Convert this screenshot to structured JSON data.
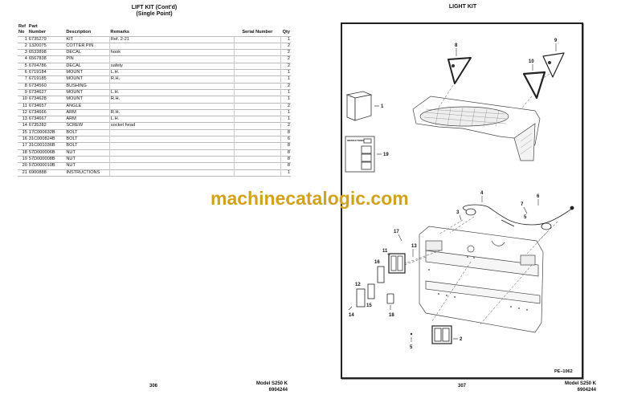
{
  "left_page": {
    "title_line1": "LIFT KIT (Cont'd)",
    "title_line2": "(Single Point)",
    "table": {
      "headers": {
        "ref_top": "Ref",
        "ref_bottom": "No",
        "part_top": "Part",
        "part_bottom": "Number",
        "description": "Description",
        "remarks": "Remarks",
        "serial": "Serial Number",
        "qty": "Qty"
      },
      "rows": [
        {
          "ref": "1",
          "part": "6735279",
          "desc": "KIT",
          "remarks": "Ref. 2-21",
          "serial": "",
          "qty": "1"
        },
        {
          "ref": "2",
          "part": "1320075",
          "desc": "COTTER PIN",
          "remarks": "",
          "serial": "",
          "qty": "2"
        },
        {
          "ref": "3",
          "part": "6533898",
          "desc": "DECAL",
          "remarks": "hook",
          "serial": "",
          "qty": "2"
        },
        {
          "ref": "4",
          "part": "6567838",
          "desc": "PIN",
          "remarks": "",
          "serial": "",
          "qty": "2"
        },
        {
          "ref": "5",
          "part": "6704786",
          "desc": "DECAL",
          "remarks": "safety",
          "serial": "",
          "qty": "2"
        },
        {
          "ref": "6",
          "part": "6719184",
          "desc": "MOUNT",
          "remarks": "L.H.",
          "serial": "",
          "qty": "1"
        },
        {
          "ref": "7",
          "part": "6719185",
          "desc": "MOUNT",
          "remarks": "R.H.",
          "serial": "",
          "qty": "1"
        },
        {
          "ref": "8",
          "part": "6734560",
          "desc": "BUSHING",
          "remarks": "",
          "serial": "",
          "qty": "2"
        },
        {
          "ref": "9",
          "part": "6734627",
          "desc": "MOUNT",
          "remarks": "L.H.",
          "serial": "",
          "qty": "1"
        },
        {
          "ref": "10",
          "part": "6734628",
          "desc": "MOUNT",
          "remarks": "R.H.",
          "serial": "",
          "qty": "1"
        },
        {
          "ref": "11",
          "part": "6734657",
          "desc": "ANGLE",
          "remarks": "",
          "serial": "",
          "qty": "2"
        },
        {
          "ref": "12",
          "part": "6734666",
          "desc": "ARM",
          "remarks": "R.H.",
          "serial": "",
          "qty": "1"
        },
        {
          "ref": "13",
          "part": "6734667",
          "desc": "ARM",
          "remarks": "L.H.",
          "serial": "",
          "qty": "1"
        },
        {
          "ref": "14",
          "part": "6735282",
          "desc": "SCREW",
          "remarks": "socket head",
          "serial": "",
          "qty": "2"
        },
        {
          "ref": "15",
          "part": "17C000632B",
          "desc": "BOLT",
          "remarks": "",
          "serial": "",
          "qty": "8"
        },
        {
          "ref": "16",
          "part": "31C000824B",
          "desc": "BOLT",
          "remarks": "",
          "serial": "",
          "qty": "6"
        },
        {
          "ref": "17",
          "part": "31C001036B",
          "desc": "BOLT",
          "remarks": "",
          "serial": "",
          "qty": "8"
        },
        {
          "ref": "18",
          "part": "57D000006B",
          "desc": "NUT",
          "remarks": "",
          "serial": "",
          "qty": "8"
        },
        {
          "ref": "19",
          "part": "57D000008B",
          "desc": "NUT",
          "remarks": "",
          "serial": "",
          "qty": "8"
        },
        {
          "ref": "20",
          "part": "57D000010B",
          "desc": "NUT",
          "remarks": "",
          "serial": "",
          "qty": "8"
        },
        {
          "ref": "21",
          "part": "6900888",
          "desc": "INSTRUCTIONS",
          "remarks": "",
          "serial": "",
          "qty": "1"
        }
      ]
    },
    "page_number": "306",
    "model": "Model S250 K",
    "doc_number": "6904244"
  },
  "right_page": {
    "title": "LIGHT KIT",
    "figure_id": "PE–1062",
    "callouts": [
      "1",
      "2",
      "3",
      "4",
      "5",
      "6",
      "7",
      "8",
      "9",
      "10",
      "11",
      "12",
      "13",
      "14",
      "15",
      "16",
      "17",
      "18",
      "19"
    ],
    "instructions_label": "INSTRUCTIONS",
    "page_number": "307",
    "model": "Model S250 K",
    "doc_number": "6904244"
  },
  "watermark": "machinecatalogic.com",
  "colors": {
    "watermark": "#d1a21b",
    "frame": "#222222"
  }
}
